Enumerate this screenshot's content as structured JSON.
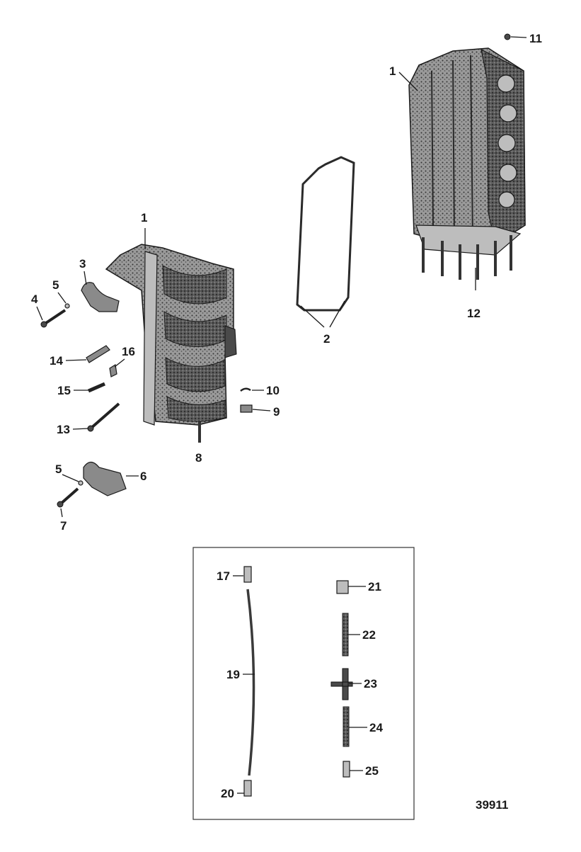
{
  "figure_number": "39911",
  "callouts": {
    "c1_top": "1",
    "c1_left": "1",
    "c2": "2",
    "c3": "3",
    "c4": "4",
    "c5_top": "5",
    "c5_bottom": "5",
    "c6": "6",
    "c7": "7",
    "c8": "8",
    "c9": "9",
    "c10": "10",
    "c11": "11",
    "c12": "12",
    "c13": "13",
    "c14": "14",
    "c15": "15",
    "c16": "16",
    "c17": "17",
    "c19": "19",
    "c20": "20",
    "c21": "21",
    "c22": "22",
    "c23": "23",
    "c24": "24",
    "c25": "25"
  }
}
